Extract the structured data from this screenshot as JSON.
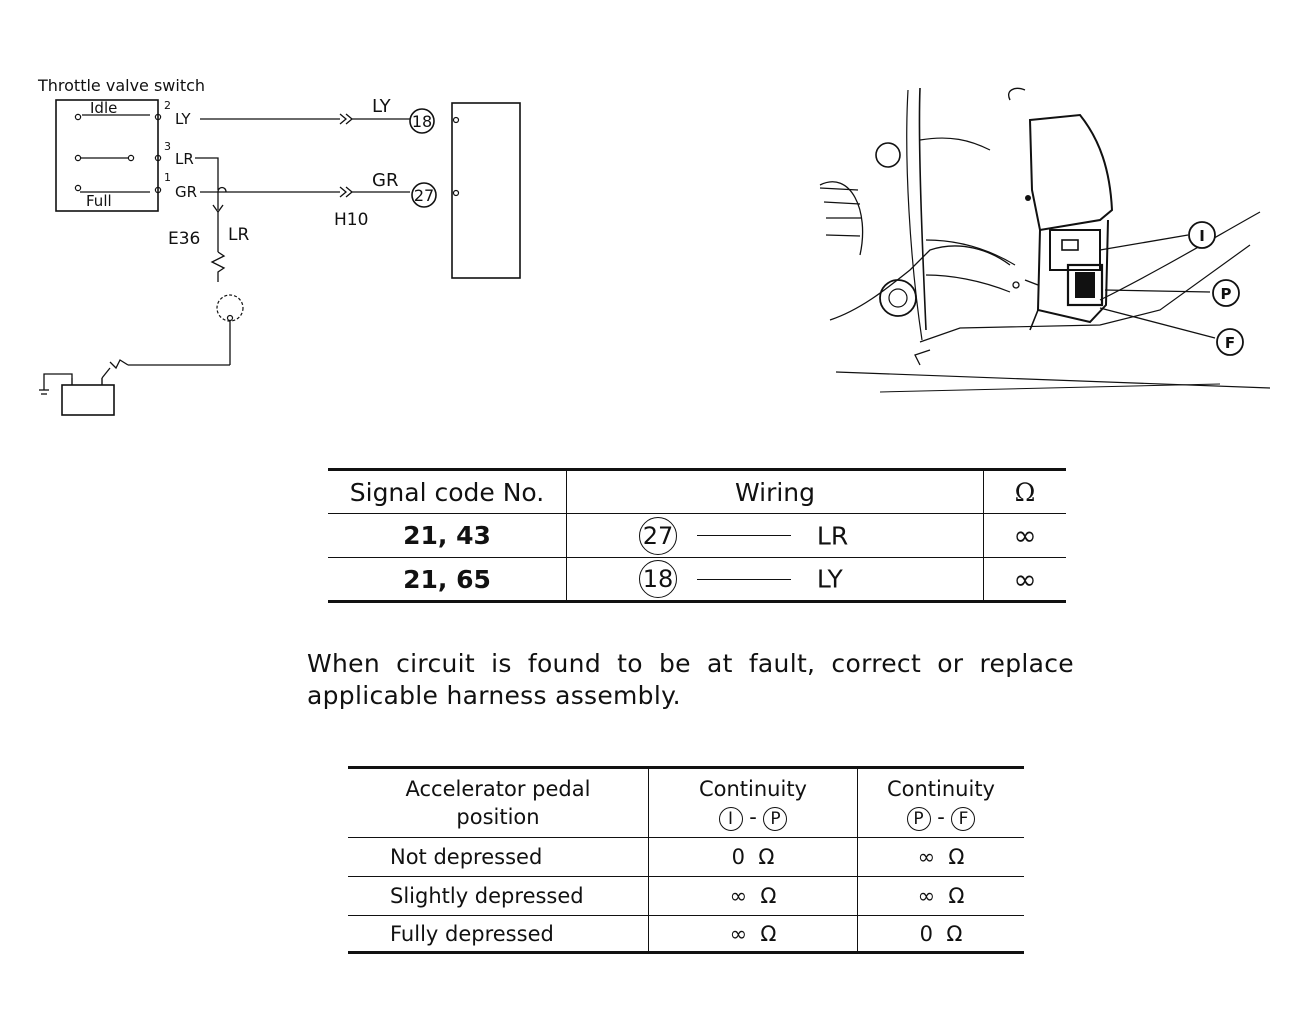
{
  "schematic": {
    "switch_title": "Throttle valve switch",
    "idle_label": "Idle",
    "full_label": "Full",
    "pin_2": "2",
    "pin_3": "3",
    "pin_1": "1",
    "wire_ly": "LY",
    "wire_lr": "LR",
    "wire_gr": "GR",
    "right_ly_label": "LY",
    "right_gr_label": "GR",
    "terminal_18": "18",
    "terminal_27": "27",
    "connector_h10": "H10",
    "connector_e36": "E36",
    "branch_lr": "LR"
  },
  "location_callouts": [
    "I",
    "P",
    "F"
  ],
  "signal_table": {
    "headers": [
      "Signal code No.",
      "Wiring",
      "Ω"
    ],
    "rows": [
      {
        "code": "21, 43",
        "terminal": "27",
        "wire": "LR",
        "resistance": "∞"
      },
      {
        "code": "21, 65",
        "terminal": "18",
        "wire": "LY",
        "resistance": "∞"
      }
    ]
  },
  "note": "When circuit is found to be at fault, correct or replace applicable harness assembly.",
  "continuity_table": {
    "header_position": "Accelerator pedal position",
    "header_cont1": "Continuity",
    "header_cont1_a": "I",
    "header_cont1_b": "P",
    "header_cont2": "Continuity",
    "header_cont2_a": "P",
    "header_cont2_b": "F",
    "rows": [
      {
        "position": "Not depressed",
        "ip": "0  Ω",
        "pf": "∞  Ω"
      },
      {
        "position": "Slightly depressed",
        "ip": "∞  Ω",
        "pf": "∞  Ω"
      },
      {
        "position": "Fully depressed",
        "ip": "∞  Ω",
        "pf": "0  Ω"
      }
    ]
  }
}
